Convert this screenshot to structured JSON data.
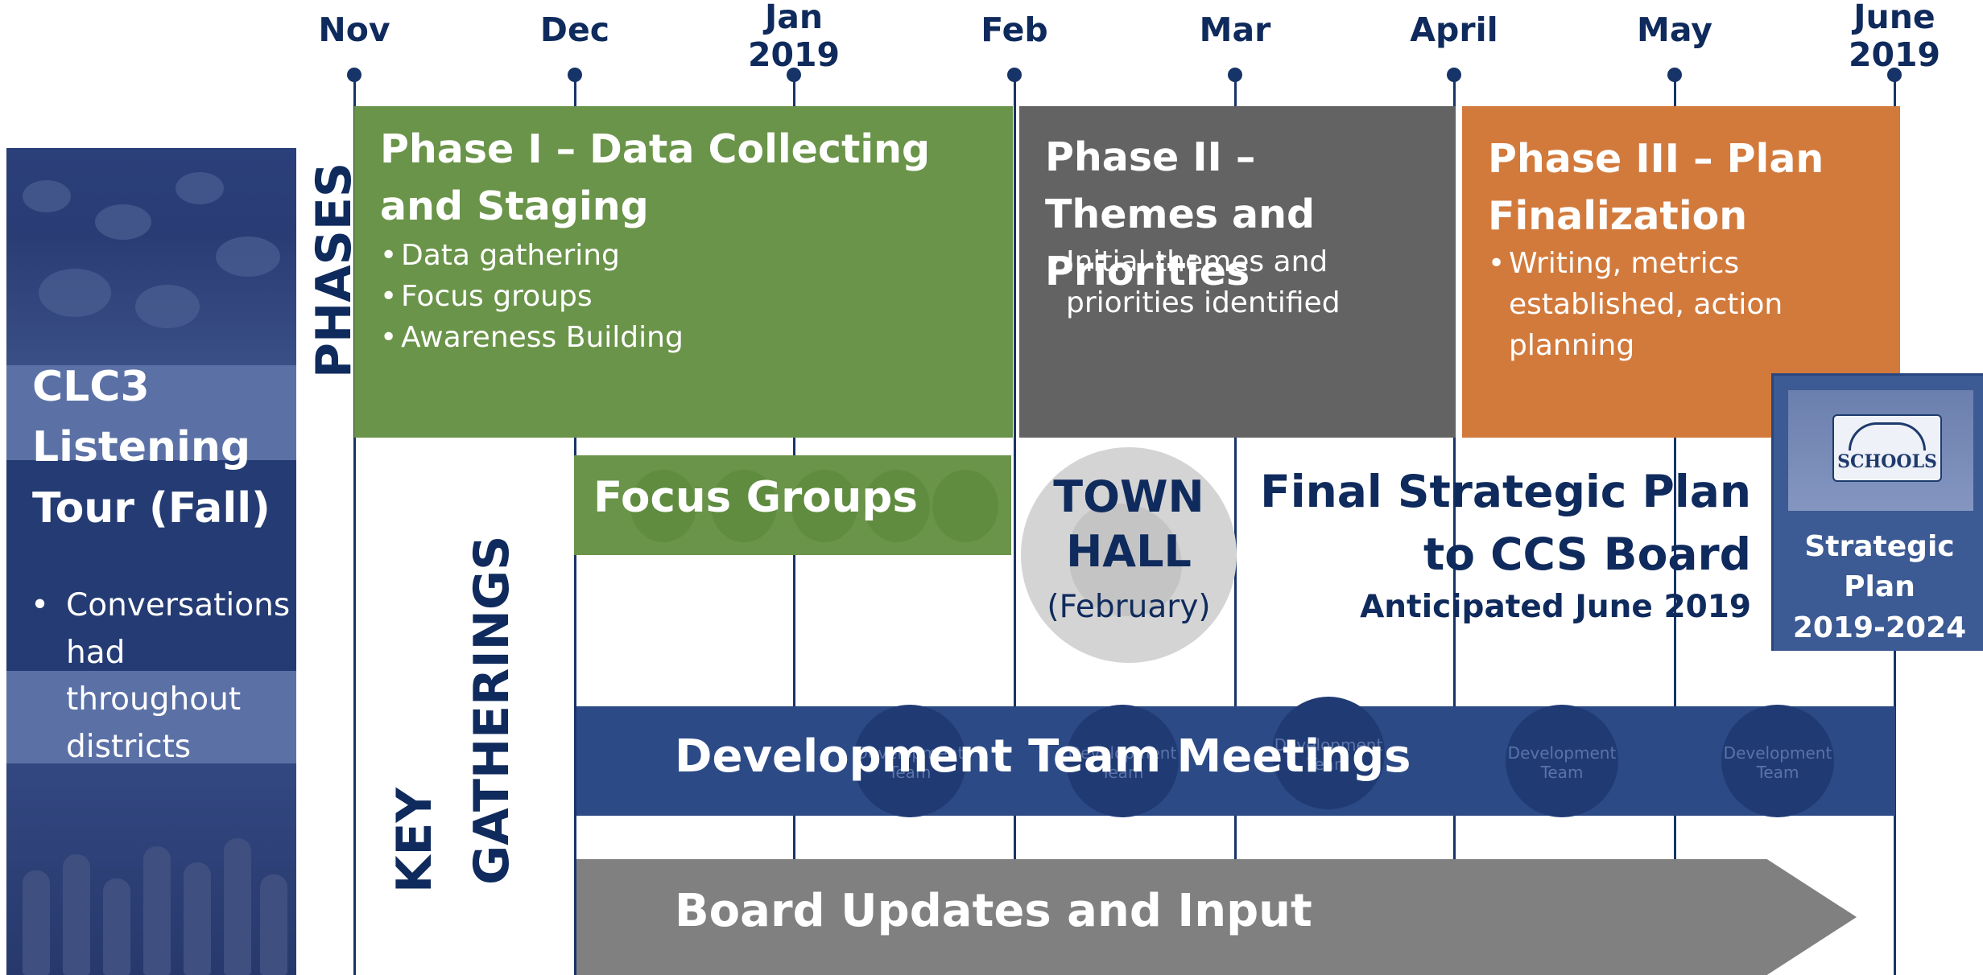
{
  "months": [
    {
      "label": "Nov",
      "year": ""
    },
    {
      "label": "Dec",
      "year": ""
    },
    {
      "label": "Jan",
      "year": "2019"
    },
    {
      "label": "Feb",
      "year": ""
    },
    {
      "label": "Mar",
      "year": ""
    },
    {
      "label": "April",
      "year": ""
    },
    {
      "label": "May",
      "year": ""
    },
    {
      "label": "June",
      "year": "2019"
    }
  ],
  "left_panel": {
    "title": "CLC3 Listening Tour (Fall)",
    "bullet": "Conversations had throughout districts"
  },
  "section_labels": {
    "phases": "PHASES",
    "key": "KEY",
    "gatherings": "GATHERINGS"
  },
  "phases": [
    {
      "title": "Phase I – Data Collecting and Staging",
      "bullets": [
        "Data gathering",
        "Focus groups",
        "Awareness Building"
      ],
      "color": "#6a9449"
    },
    {
      "title": "Phase II – Themes and Priorities",
      "bullets": [
        "Initial themes and priorities identified"
      ],
      "color": "#636363"
    },
    {
      "title": "Phase III – Plan Finalization",
      "bullets": [
        "Writing, metrics established, action planning"
      ],
      "color": "#d27a3c"
    }
  ],
  "gatherings": {
    "focus_groups": "Focus Groups",
    "town_hall": {
      "title": "TOWN HALL",
      "subtitle": "(February)"
    },
    "final_plan": {
      "line1a": "Final Strategic Plan",
      "line1b": "to CCS Board",
      "line2": "Anticipated June 2019"
    },
    "strategic_plan_box": {
      "logo_text": "SCHOOLS",
      "label_line1": "Strategic Plan",
      "label_line2": "2019-2024"
    },
    "dev_team": {
      "label": "Development Team Meetings",
      "circle_text": "Development Team"
    },
    "board_updates": "Board Updates and Input"
  },
  "colors": {
    "navy": "#0f2a5c",
    "green": "#6a9449",
    "gray": "#636363",
    "orange": "#d27a3c",
    "blue": "#2c4a86",
    "arrow_gray": "#808080"
  }
}
